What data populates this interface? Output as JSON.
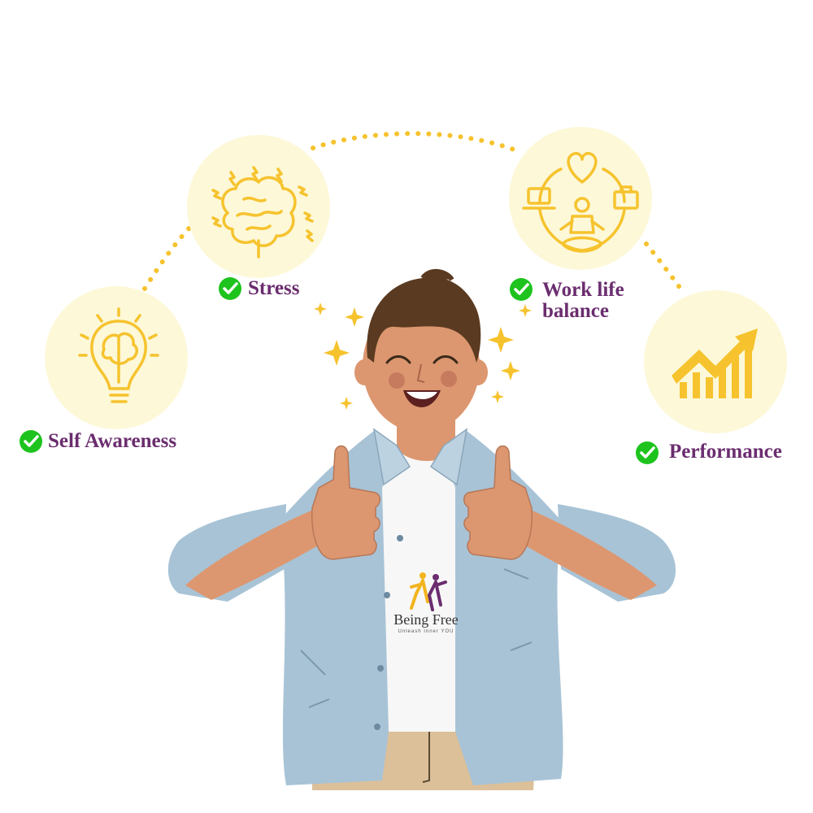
{
  "colors": {
    "accent": "#f6c32e",
    "circle_bg": "#fdf8d8",
    "label": "#6b2d6f",
    "check": "#1ec31e",
    "jacket": "#a8c3d6",
    "skin": "#dc9770",
    "hair": "#5a3a20"
  },
  "topics": [
    {
      "label": "Self Awareness",
      "icon": "lightbulb-brain-icon"
    },
    {
      "label": "Stress",
      "icon": "stressed-brain-icon"
    },
    {
      "label": "Work life balance",
      "icon": "meditation-balance-icon"
    },
    {
      "label": "Performance",
      "icon": "growth-chart-icon"
    }
  ],
  "shirt": {
    "brand": "Being Free",
    "tagline": "Unleash Inner YOU"
  }
}
